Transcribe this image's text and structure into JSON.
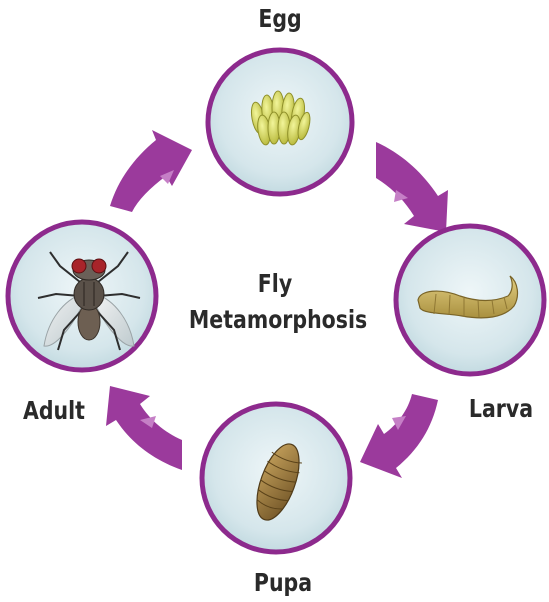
{
  "diagram": {
    "title_line1": "Fly",
    "title_line2": "Metamorphosis",
    "stages": [
      {
        "id": "egg",
        "label": "Egg"
      },
      {
        "id": "larva",
        "label": "Larva"
      },
      {
        "id": "pupa",
        "label": "Pupa"
      },
      {
        "id": "adult",
        "label": "Adult"
      }
    ],
    "colors": {
      "ring": "#8d2a8d",
      "arrow": "#9b3a9c",
      "arrow_shade": "#c57fc6",
      "disc": "#d7e7ec",
      "text": "#2a2a2a"
    }
  }
}
